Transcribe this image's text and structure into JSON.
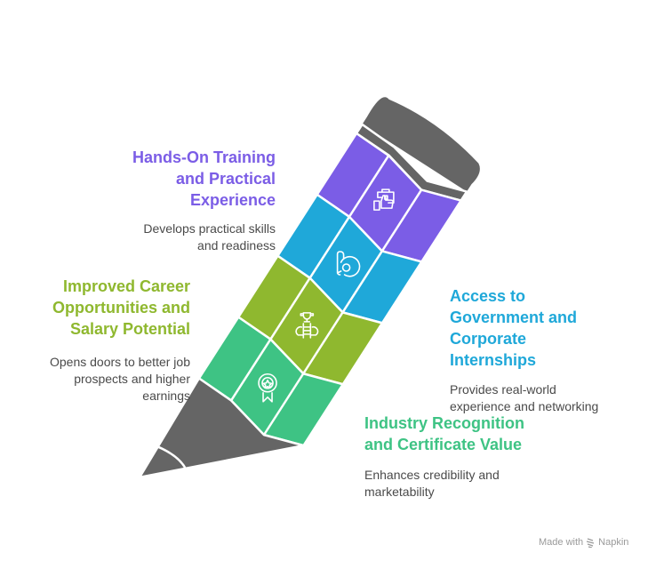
{
  "items": [
    {
      "title": "Hands-On Training and Practical Experience",
      "title_lines": [
        "Hands-On Training",
        "and Practical",
        "Experience"
      ],
      "description_lines": [
        "Develops practical skills",
        "and readiness"
      ],
      "color": "#7b5de6",
      "icon": "briefcase-thumbs-up-icon"
    },
    {
      "title": "Access to Government and Corporate Internships",
      "title_lines": [
        "Access to",
        "Government and",
        "Corporate",
        "Internships"
      ],
      "description_lines": [
        "Provides real-world",
        "experience and networking"
      ],
      "color": "#1fa8d9",
      "icon": "handshake-globe-icon"
    },
    {
      "title": "Improved Career Opportunities and Salary Potential",
      "title_lines": [
        "Improved Career",
        "Opportunities and",
        "Salary Potential"
      ],
      "description_lines": [
        "Opens doors to better job",
        "prospects and higher",
        "earnings"
      ],
      "color": "#8fb82f",
      "icon": "trophy-ladder-icon"
    },
    {
      "title": "Industry Recognition and Certificate Value",
      "title_lines": [
        "Industry Recognition",
        "and Certificate Value"
      ],
      "description_lines": [
        "Enhances credibility and",
        "marketability"
      ],
      "color": "#3ec384",
      "icon": "award-ribbon-icon"
    }
  ],
  "pencil": {
    "body_color": "#656565",
    "outline_color": "#ffffff"
  },
  "footer": {
    "made_with": "Made with",
    "brand": "Napkin",
    "icon": "napkin-logo-icon"
  }
}
